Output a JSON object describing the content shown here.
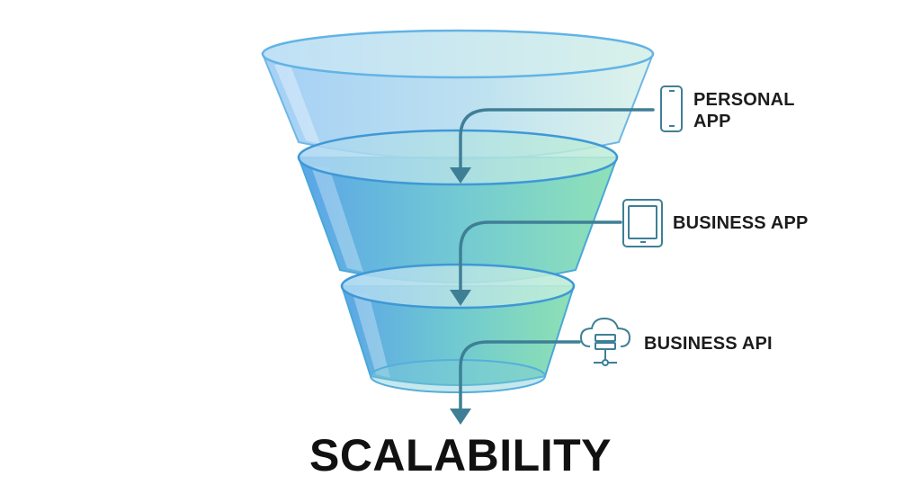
{
  "title": "SCALABILITY",
  "stages": [
    {
      "label": "PERSONAL\nAPP",
      "icon": "smartphone-icon"
    },
    {
      "label": "BUSINESS APP",
      "icon": "tablet-icon"
    },
    {
      "label": "BUSINESS API",
      "icon": "cloud-server-icon"
    }
  ],
  "colors": {
    "funnel_blue": "#4a9fe6",
    "funnel_green": "#5fd39a",
    "arrow": "#3f7f96",
    "icon_stroke": "#3f7f96",
    "text": "#1c1c1c"
  }
}
